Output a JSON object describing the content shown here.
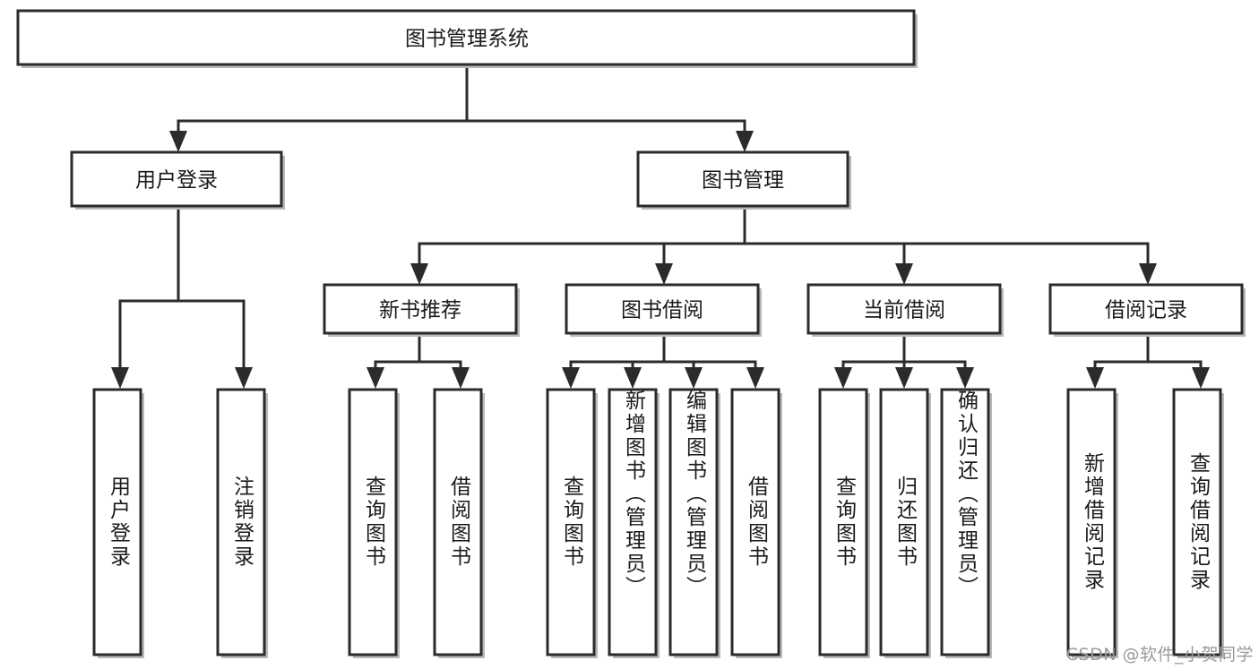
{
  "diagram": {
    "title": "图书管理系统",
    "type": "tree-hierarchy-chart",
    "root": {
      "label": "图书管理系统"
    },
    "level2": [
      {
        "label": "用户登录"
      },
      {
        "label": "图书管理"
      }
    ],
    "level3": [
      {
        "label": "新书推荐"
      },
      {
        "label": "图书借阅"
      },
      {
        "label": "当前借阅"
      },
      {
        "label": "借阅记录"
      }
    ],
    "leaves": {
      "user_login": [
        {
          "label": "用户登录"
        },
        {
          "label": "注销登录"
        }
      ],
      "new_book_recommend": [
        {
          "label": "查询图书"
        },
        {
          "label": "借阅图书"
        }
      ],
      "book_borrow": [
        {
          "label": "查询图书"
        },
        {
          "label": "新增图书（管理员）"
        },
        {
          "label": "编辑图书（管理员）"
        },
        {
          "label": "借阅图书"
        }
      ],
      "current_borrow": [
        {
          "label": "查询图书"
        },
        {
          "label": "归还图书"
        },
        {
          "label": "确认归还（管理员）"
        }
      ],
      "borrow_record": [
        {
          "label": "新增借阅记录"
        },
        {
          "label": "查询借阅记录"
        }
      ]
    }
  },
  "watermark": {
    "text": "CSDN @软件_小贺同学"
  },
  "colors": {
    "box_stroke": "#2b2b2b",
    "box_fill": "#ffffff",
    "line": "#2b2b2b",
    "text": "#1a1a1a",
    "watermark": "#9a9a9a",
    "shadow": "#b9b9b9"
  }
}
